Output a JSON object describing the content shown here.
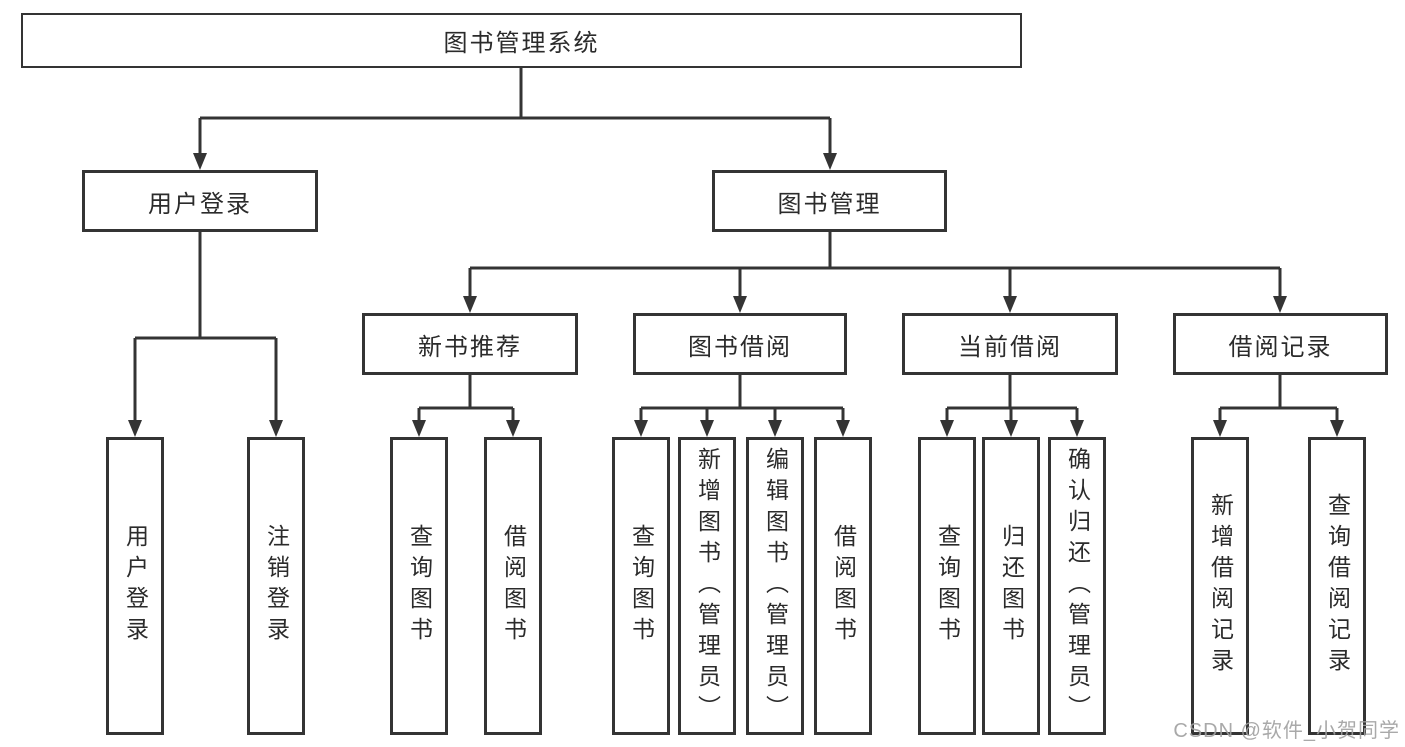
{
  "diagram": {
    "root": {
      "label": "图书管理系统"
    },
    "level2": {
      "user_login": {
        "label": "用户登录",
        "children": {
          "user_login": {
            "label": "用户登录"
          },
          "logout": {
            "label": "注销登录"
          }
        }
      },
      "book_management": {
        "label": "图书管理"
      }
    },
    "level3": {
      "new_book_recommend": {
        "label": "新书推荐",
        "children": {
          "query_books": {
            "label": "查询图书"
          },
          "borrow_books": {
            "label": "借阅图书"
          }
        }
      },
      "book_borrowing": {
        "label": "图书借阅",
        "children": {
          "query_books": {
            "label": "查询图书"
          },
          "add_books_admin": {
            "label": "新增图书（管理员）"
          },
          "edit_books_admin": {
            "label": "编辑图书（管理员）"
          },
          "borrow_books": {
            "label": "借阅图书"
          }
        }
      },
      "current_borrowing": {
        "label": "当前借阅",
        "children": {
          "query_books": {
            "label": "查询图书"
          },
          "return_books": {
            "label": "归还图书"
          },
          "confirm_return_admin": {
            "label": "确认归还（管理员）"
          }
        }
      },
      "borrowing_records": {
        "label": "借阅记录",
        "children": {
          "add_borrow_record": {
            "label": "新增借阅记录"
          },
          "query_borrow_record": {
            "label": "查询借阅记录"
          }
        }
      }
    }
  },
  "watermark": {
    "text": "CSDN @软件_小贺同学"
  },
  "colors": {
    "line": "#343434",
    "node_border": "#343434",
    "text": "#2b2b2b",
    "watermark": "#a0a0a0",
    "background": "#ffffff"
  }
}
